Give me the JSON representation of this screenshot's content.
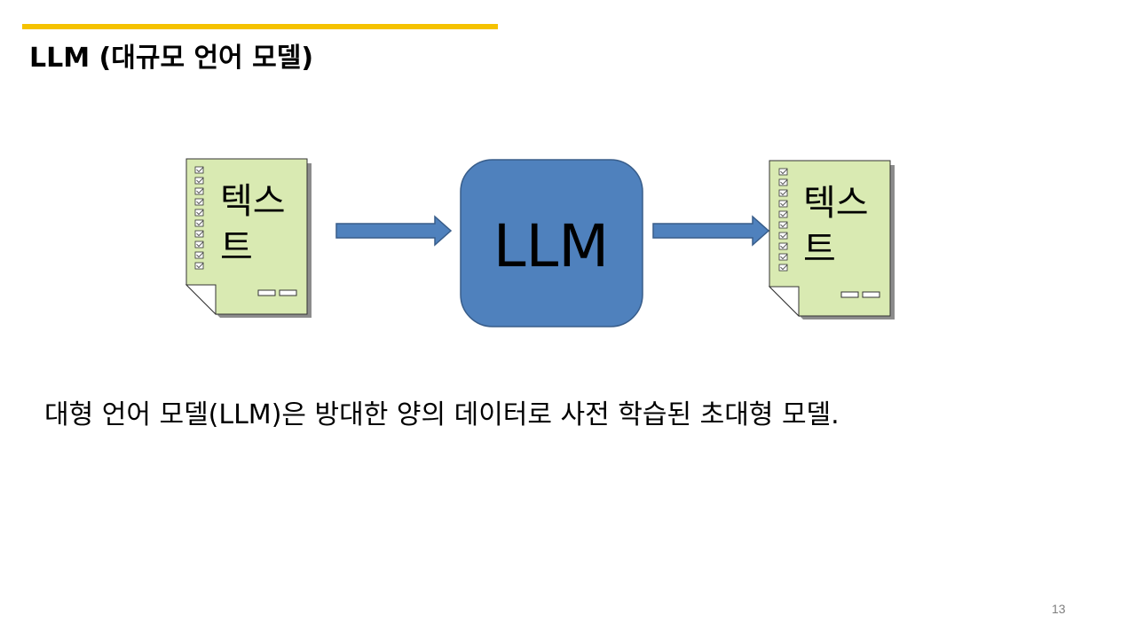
{
  "slide": {
    "title": "LLM (대규모 언어 모델)",
    "caption": "대형 언어 모델(LLM)은 방대한 양의 데이터로 사전 학습된 초대형 모델.",
    "page_number": "13",
    "accent_color": "#f5c200"
  },
  "diagram": {
    "input_doc": {
      "label_line1": "텍스",
      "label_line2": "트",
      "icon": "document-checklist-icon",
      "fill_color": "#d9eab2"
    },
    "model": {
      "label": "LLM",
      "fill_color": "#4f81bd",
      "border_color": "#385d8a"
    },
    "output_doc": {
      "label_line1": "텍스",
      "label_line2": "트",
      "icon": "document-checklist-icon",
      "fill_color": "#d9eab2"
    },
    "arrow_color": "#4f81bd"
  }
}
